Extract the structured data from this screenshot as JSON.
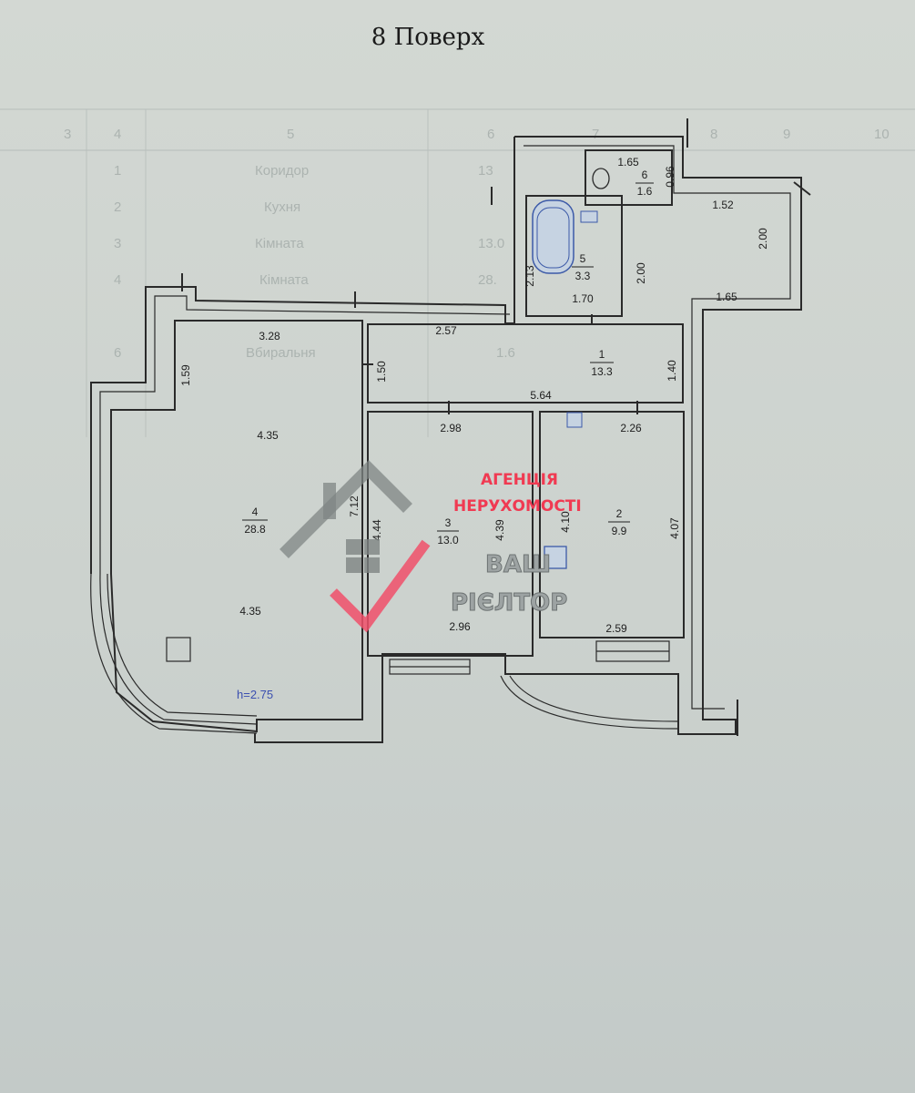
{
  "floor_title": "8 Поверх",
  "background_table": {
    "col_numbers": [
      "3",
      "4",
      "5",
      "6",
      "7",
      "8",
      "9",
      "10"
    ],
    "rows": [
      {
        "no": "1",
        "label": "Коридор",
        "area": "13"
      },
      {
        "no": "2",
        "label": "Кухня",
        "area": ""
      },
      {
        "no": "3",
        "label": "Кімната",
        "area": "13.0"
      },
      {
        "no": "4",
        "label": "Кімната",
        "area": "28."
      },
      {
        "no": "6",
        "label": "Вбиральня",
        "area": "1.6"
      }
    ]
  },
  "rooms": [
    {
      "id": "1",
      "area": "13.3"
    },
    {
      "id": "2",
      "area": "9.9"
    },
    {
      "id": "3",
      "area": "13.0"
    },
    {
      "id": "4",
      "area": "28.8"
    },
    {
      "id": "5",
      "area": "3.3"
    },
    {
      "id": "6",
      "area": "1.6"
    }
  ],
  "dimensions": {
    "d_1_65_wc": "1.65",
    "d_0_96": "0.96",
    "d_1_52": "1.52",
    "d_2_00_right": "2.00",
    "d_2_13": "2.13",
    "d_2_00_bath": "2.00",
    "d_1_70": "1.70",
    "d_1_65_corr": "1.65",
    "d_3_28": "3.28",
    "d_2_57": "2.57",
    "d_1_59": "1.59",
    "d_1_50": "1.50",
    "d_1_40": "1.40",
    "d_5_64": "5.64",
    "d_2_98": "2.98",
    "d_2_26": "2.26",
    "d_4_35_top": "4.35",
    "d_7_12": "7.12",
    "d_4_44": "4.44",
    "d_4_39": "4.39",
    "d_4_10": "4.10",
    "d_4_07": "4.07",
    "d_4_35_bottom": "4.35",
    "d_2_96": "2.96",
    "d_2_59": "2.59"
  },
  "ceiling_height": "h=2.75",
  "watermark": {
    "line1": "АГЕНЦІЯ",
    "line2": "НЕРУХОМОСТІ",
    "brand1": "ВАШ",
    "brand2": "РІЄЛТОР"
  },
  "colors": {
    "wall": "#2a2a2a",
    "watermark_red": "#f03a52",
    "watermark_grey": "#8d9393",
    "fixture_blue": "#3c5aa8"
  }
}
